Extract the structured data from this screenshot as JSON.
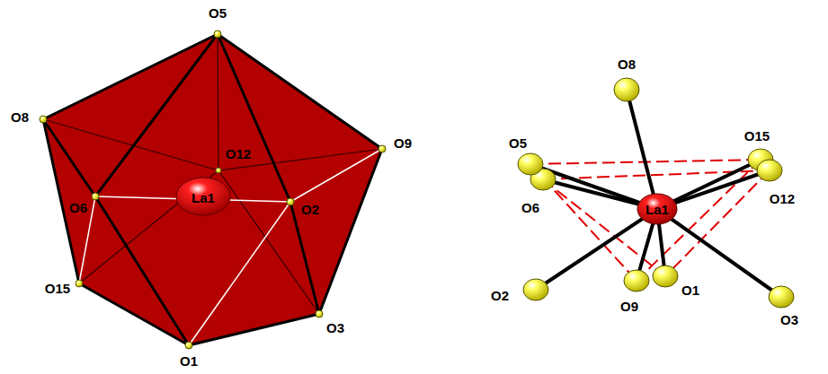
{
  "diagram": {
    "labels": [
      "O5",
      "O8",
      "O12",
      "O9",
      "O6",
      "La1",
      "O2",
      "O15",
      "O3",
      "O1",
      "O8",
      "O5",
      "O15",
      "O6",
      "La1",
      "O12",
      "O2",
      "O9",
      "O1",
      "O3"
    ]
  }
}
